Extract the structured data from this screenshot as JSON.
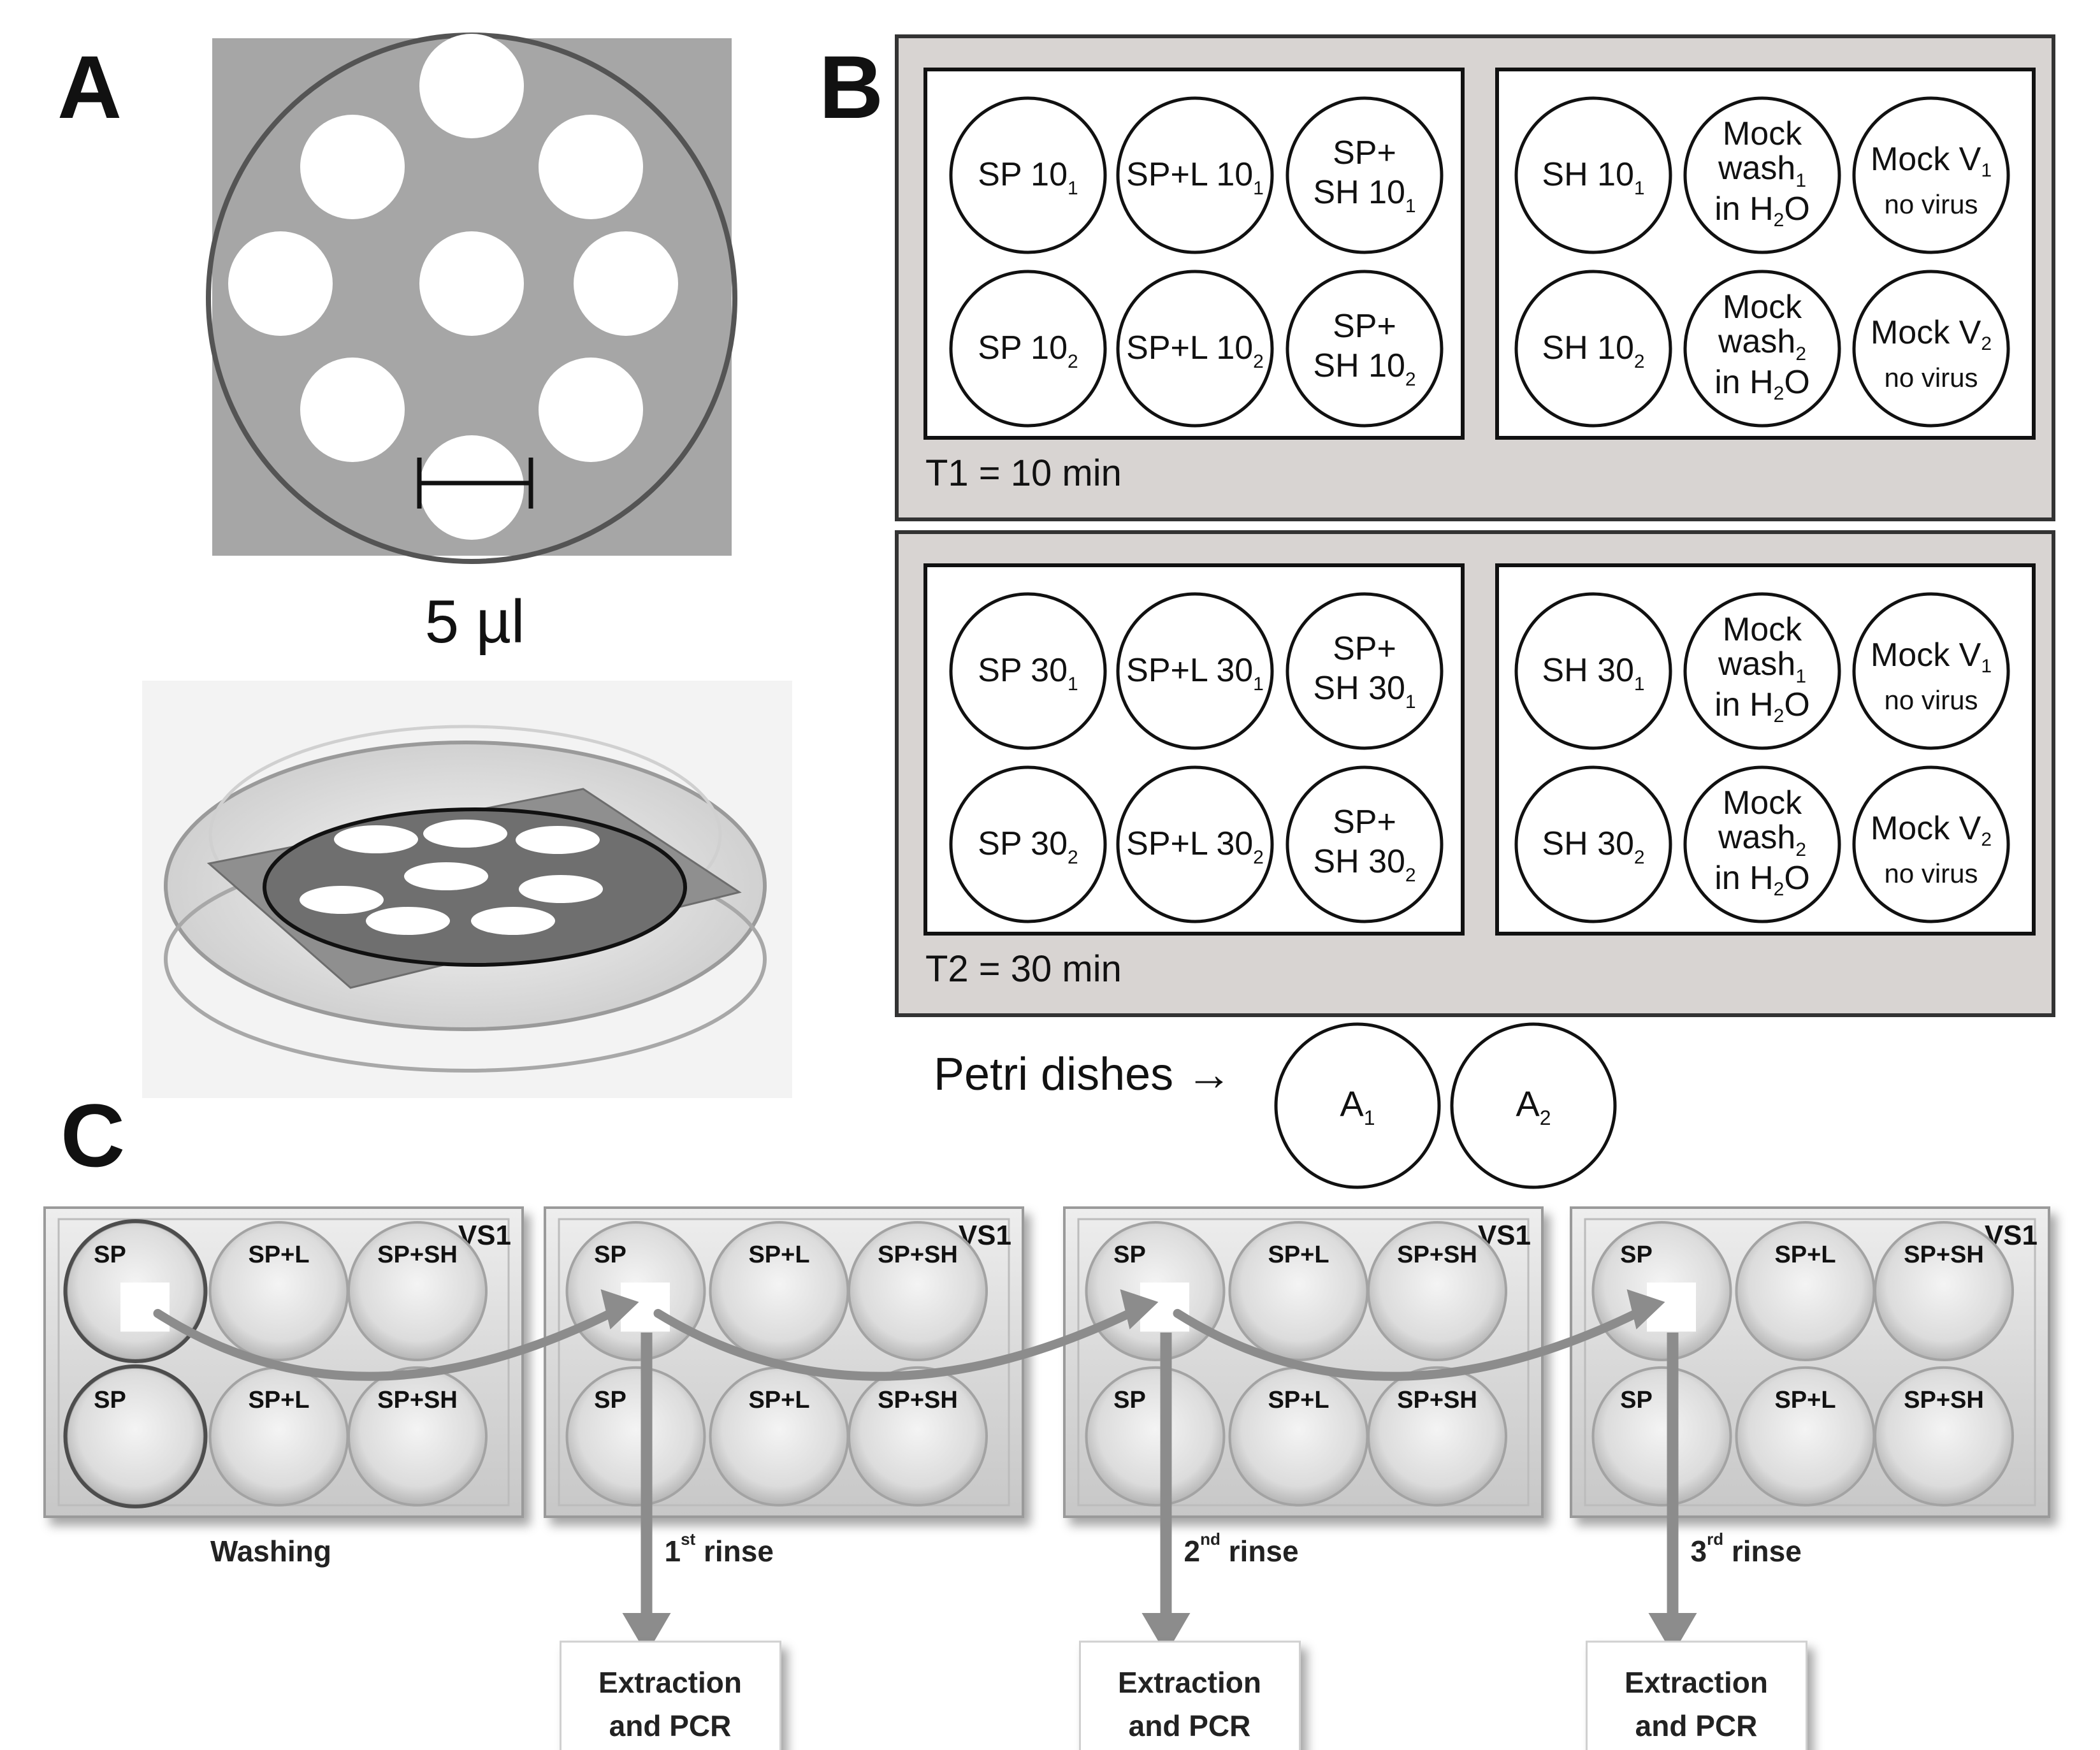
{
  "panel_labels": {
    "a": "A",
    "b": "B",
    "c": "C"
  },
  "colors": {
    "panel_gray": "#a6a6a6",
    "box_gray": "#d8d4d2",
    "ring": "#545454",
    "arrow_gray": "#8c8c8c",
    "ink": "#1a1a1a"
  },
  "panel_a": {
    "scale_label": "5 µl",
    "photo_alt": "petri-dish-photo"
  },
  "panel_b": {
    "groups": [
      {
        "time_label": "T1 = 10 min",
        "left_wells": [
          {
            "l1": "SP 10",
            "sub": "1"
          },
          {
            "l1": "SP+L 10",
            "sub": "1"
          },
          {
            "l1": "SP+",
            "l2": "SH 10",
            "sub": "1"
          },
          {
            "l1": "SP 10",
            "sub": "2"
          },
          {
            "l1": "SP+L 10",
            "sub": "2"
          },
          {
            "l1": "SP+",
            "l2": "SH 10",
            "sub": "2"
          }
        ],
        "right_wells": [
          {
            "l1": "SH 10",
            "sub": "1"
          },
          {
            "l1": "Mock",
            "l2": "wash",
            "sub": "1",
            "l3": "in H",
            "l3sub": "2",
            "l3end": "O"
          },
          {
            "l1": "Mock V",
            "sub": "1",
            "l2": "no virus"
          },
          {
            "l1": "SH 10",
            "sub": "2"
          },
          {
            "l1": "Mock",
            "l2": "wash",
            "sub": "2",
            "l3": "in H",
            "l3sub": "2",
            "l3end": "O"
          },
          {
            "l1": "Mock V",
            "sub": "2",
            "l2": "no virus"
          }
        ]
      },
      {
        "time_label": "T2 = 30 min",
        "left_wells": [
          {
            "l1": "SP 30",
            "sub": "1"
          },
          {
            "l1": "SP+L 30",
            "sub": "1"
          },
          {
            "l1": "SP+",
            "l2": "SH 30",
            "sub": "1"
          },
          {
            "l1": "SP 30",
            "sub": "2"
          },
          {
            "l1": "SP+L 30",
            "sub": "2"
          },
          {
            "l1": "SP+",
            "l2": "SH 30",
            "sub": "2"
          }
        ],
        "right_wells": [
          {
            "l1": "SH 30",
            "sub": "1"
          },
          {
            "l1": "Mock",
            "l2": "wash",
            "sub": "1",
            "l3": "in H",
            "l3sub": "2",
            "l3end": "O"
          },
          {
            "l1": "Mock V",
            "sub": "1",
            "l2": "no virus"
          },
          {
            "l1": "SH 30",
            "sub": "2"
          },
          {
            "l1": "Mock",
            "l2": "wash",
            "sub": "2",
            "l3": "in H",
            "l3sub": "2",
            "l3end": "O"
          },
          {
            "l1": "Mock V",
            "sub": "2",
            "l2": "no virus"
          }
        ]
      }
    ],
    "petri_label": "Petri dishes →",
    "petri_dishes": [
      {
        "l1": "A",
        "sub": "1"
      },
      {
        "l1": "A",
        "sub": "2"
      }
    ]
  },
  "panel_c": {
    "plates": [
      {
        "tag": "VS1",
        "wells": [
          "SP",
          "SP+L",
          "SP+SH",
          "SP",
          "SP+L",
          "SP+SH"
        ],
        "caption": "Washing"
      },
      {
        "tag": "VS1",
        "wells": [
          "SP",
          "SP+L",
          "SP+SH",
          "SP",
          "SP+L",
          "SP+SH"
        ],
        "rinse_num": "1",
        "rinse_sup": "st",
        "rinse_word": "rinse"
      },
      {
        "tag": "VS1",
        "wells": [
          "SP",
          "SP+L",
          "SP+SH",
          "SP",
          "SP+L",
          "SP+SH"
        ],
        "rinse_num": "2",
        "rinse_sup": "nd",
        "rinse_word": "rinse"
      },
      {
        "tag": "VS1",
        "wells": [
          "SP",
          "SP+L",
          "SP+SH",
          "SP",
          "SP+L",
          "SP+SH"
        ],
        "rinse_num": "3",
        "rinse_sup": "rd",
        "rinse_word": "rinse"
      }
    ],
    "extraction": {
      "line1": "Extraction",
      "line2": "and PCR"
    }
  }
}
